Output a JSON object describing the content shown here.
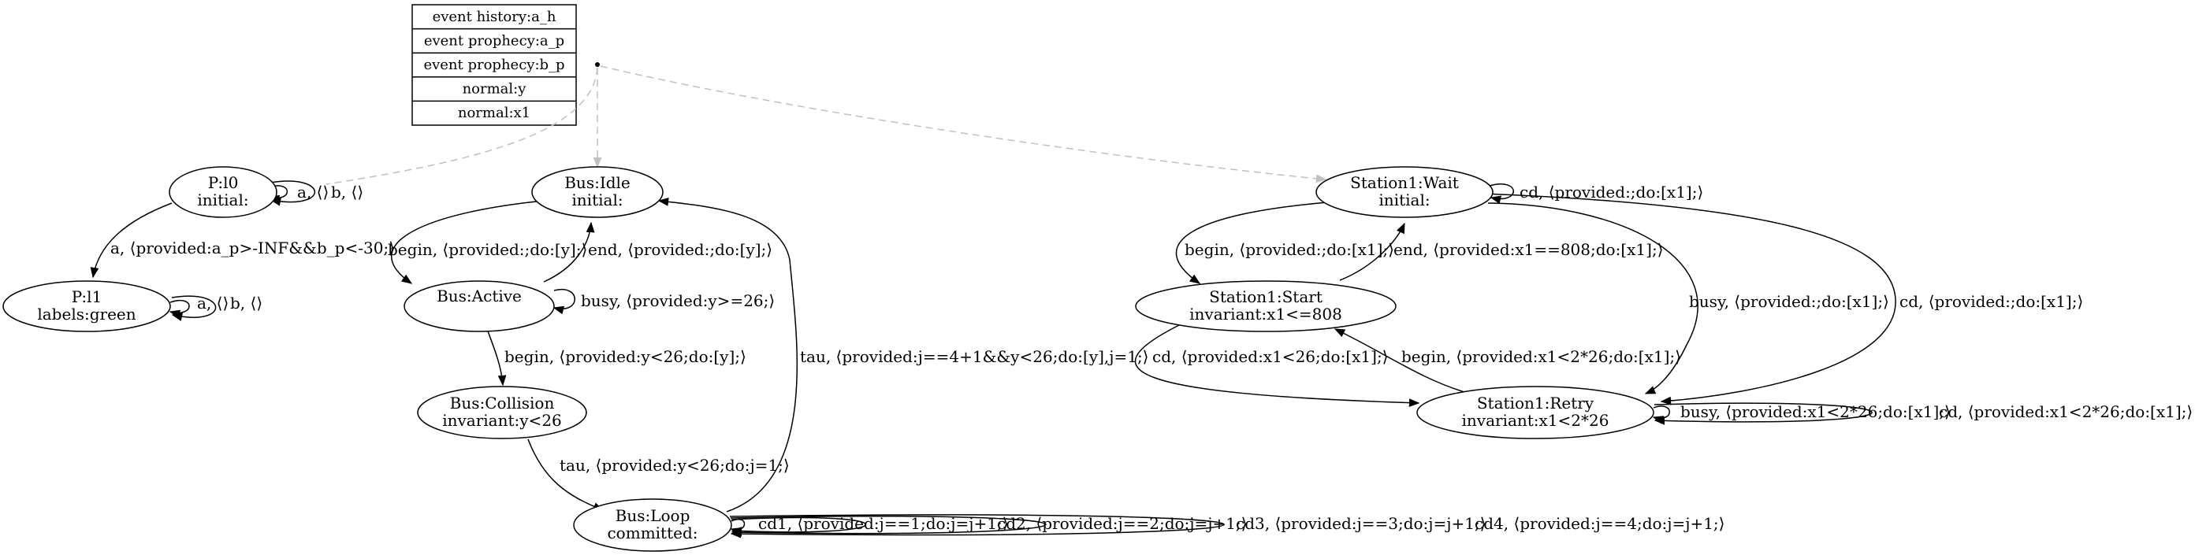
{
  "legend": {
    "rows": [
      "event history:a_h",
      "event prophecy:a_p",
      "event prophecy:b_p",
      "normal:y",
      "normal:x1"
    ]
  },
  "states": {
    "p_l0": {
      "name": "P:l0",
      "sub": "initial:"
    },
    "p_l1": {
      "name": "P:l1",
      "sub": "labels:green"
    },
    "bus_idle": {
      "name": "Bus:Idle",
      "sub": "initial:"
    },
    "bus_active": {
      "name": "Bus:Active",
      "sub": ""
    },
    "bus_collision": {
      "name": "Bus:Collision",
      "sub": "invariant:y<26"
    },
    "bus_loop": {
      "name": "Bus:Loop",
      "sub": "committed:"
    },
    "st_wait": {
      "name": "Station1:Wait",
      "sub": "initial:"
    },
    "st_start": {
      "name": "Station1:Start",
      "sub": "invariant:x1<=808"
    },
    "st_retry": {
      "name": "Station1:Retry",
      "sub": "invariant:x1<2*26"
    }
  },
  "edges": {
    "p_l0_self_a": "a, ⟨⟩",
    "p_l0_self_b": "b, ⟨⟩",
    "p_l0_to_l1": "a, ⟨provided:a_p>-INF&&b_p<-30;⟩",
    "p_l1_self_a": "a, ⟨⟩",
    "p_l1_self_b": "b, ⟨⟩",
    "idle_to_active": "begin, ⟨provided:;do:[y];⟩",
    "active_to_idle": "end, ⟨provided:;do:[y];⟩",
    "active_self": "busy, ⟨provided:y>=26;⟩",
    "active_to_collision": "begin, ⟨provided:y<26;do:[y];⟩",
    "collision_to_loop": "tau, ⟨provided:y<26;do:j=1;⟩",
    "loop_to_idle": "tau, ⟨provided:j==4+1&&y<26;do:[y],j=1;⟩",
    "loop_cd1": "cd1, ⟨provided:j==1;do:j=j+1;⟩",
    "loop_cd2": "cd2, ⟨provided:j==2;do:j=j+1;⟩",
    "loop_cd3": "cd3, ⟨provided:j==3;do:j=j+1;⟩",
    "loop_cd4": "cd4, ⟨provided:j==4;do:j=j+1;⟩",
    "wait_self": "cd, ⟨provided:;do:[x1];⟩",
    "wait_to_start": "begin, ⟨provided:;do:[x1];⟩",
    "start_to_wait": "end, ⟨provided:x1==808;do:[x1];⟩",
    "wait_to_retry_busy": "busy, ⟨provided:;do:[x1];⟩",
    "wait_to_retry_cd": "cd, ⟨provided:;do:[x1];⟩",
    "start_to_retry": "cd, ⟨provided:x1<26;do:[x1];⟩",
    "retry_to_start": "begin, ⟨provided:x1<2*26;do:[x1];⟩",
    "retry_self_busy": "busy, ⟨provided:x1<2*26;do:[x1];⟩",
    "retry_self_cd": "cd, ⟨provided:x1<2*26;do:[x1];⟩"
  },
  "colors": {
    "stroke": "#000000",
    "init_arrow": "#c0c0c0",
    "background": "#ffffff"
  }
}
